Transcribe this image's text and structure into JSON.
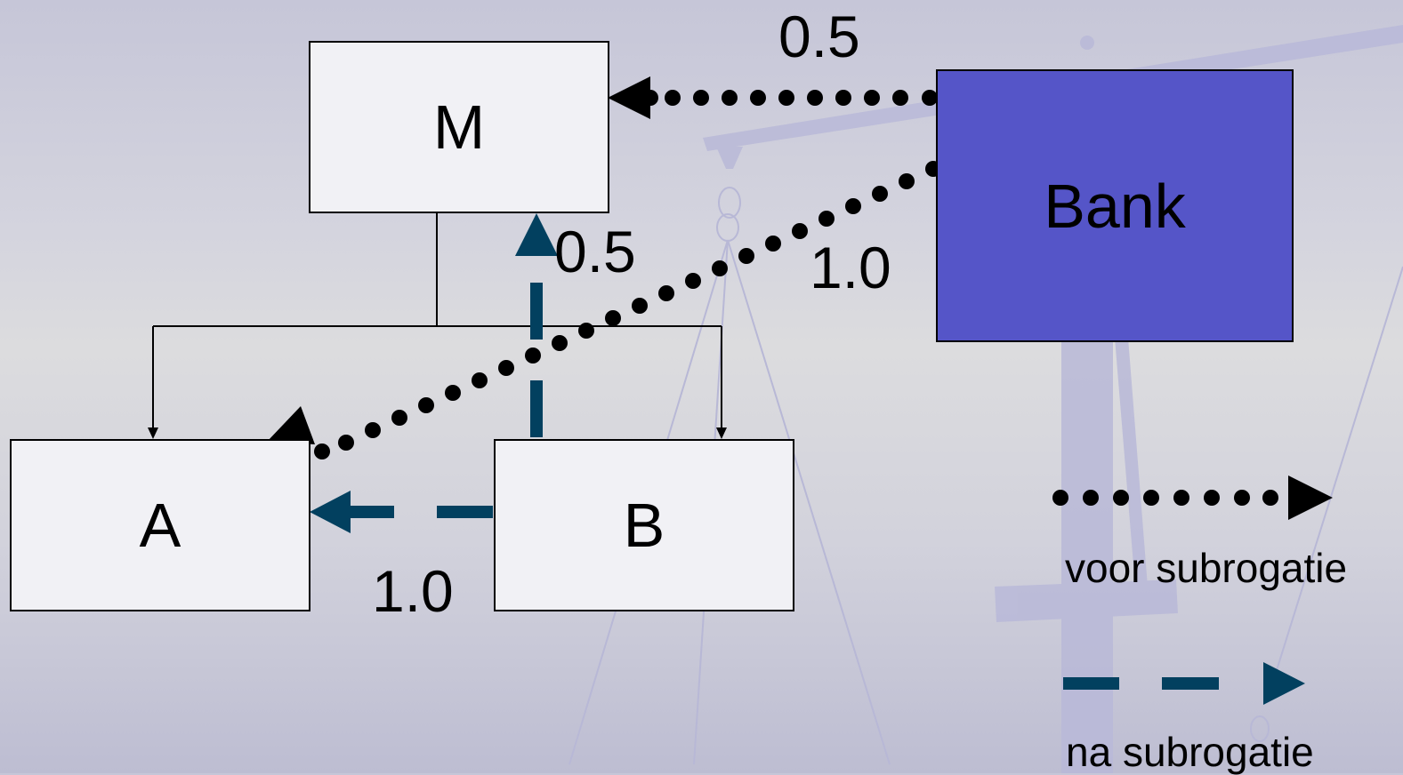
{
  "nodes": {
    "m": "M",
    "a": "A",
    "b": "B",
    "bank": "Bank"
  },
  "edge_labels": {
    "bank_to_m": "0.5",
    "bank_to_a": "1.0",
    "b_to_m": "0.5",
    "b_to_a": "1.0"
  },
  "legend": {
    "dotted": "voor subrogatie",
    "dashed": "na subrogatie"
  },
  "colors": {
    "box_fill": "#f1f1f5",
    "bank_fill": "#5555c8",
    "dashed_arrow": "#02405f",
    "dotted_arrow": "#000000"
  }
}
